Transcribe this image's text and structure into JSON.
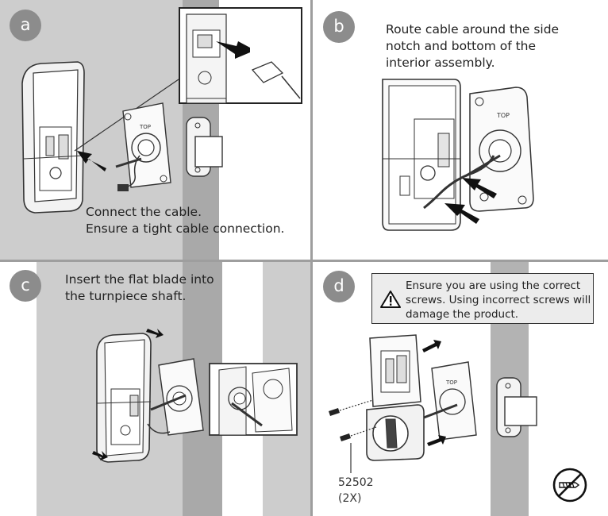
{
  "panels": {
    "a": {
      "badge": "a",
      "caption": "Connect the cable.\nEnsure a tight cable connection."
    },
    "b": {
      "badge": "b",
      "caption": "Route cable around the side\nnotch and bottom of the\ninterior assembly."
    },
    "c": {
      "badge": "c",
      "caption": "Insert the flat blade into\nthe turnpiece shaft."
    },
    "d": {
      "badge": "d",
      "warning": "Ensure you are using the correct\nscrews. Using incorrect screws will\ndamage the product.",
      "screw_part_number": "52502",
      "screw_quantity": "(2X)"
    }
  },
  "icons": [
    "warning-icon",
    "no-drill-icon",
    "arrow-icon"
  ],
  "colors": {
    "badge": "#8c8c8c",
    "door_gray": "#c9c9c9",
    "door_edge": "#a8a8a8",
    "line": "#333333"
  }
}
